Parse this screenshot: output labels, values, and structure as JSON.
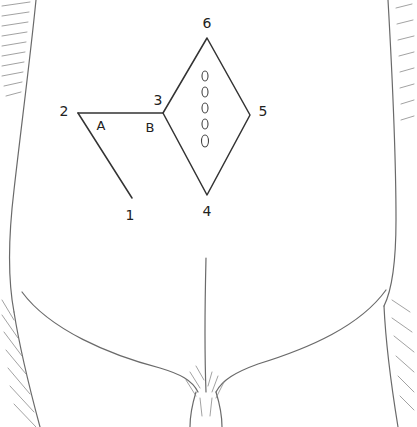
{
  "diagram": {
    "labels": [
      "6",
      "2",
      "3",
      "5",
      "A",
      "B",
      "1",
      "4"
    ]
  }
}
